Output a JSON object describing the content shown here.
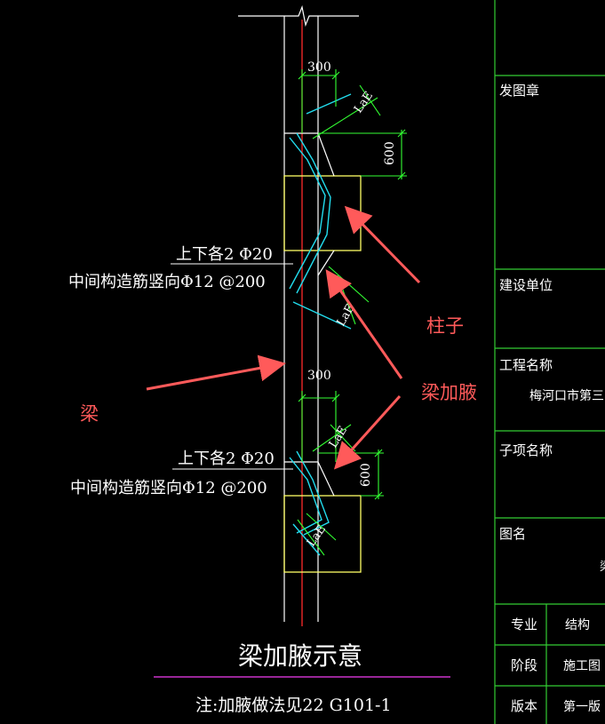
{
  "drawing": {
    "title": "梁加腋示意",
    "note": "注:加腋做法见22 G101-1",
    "upper_detail": {
      "rebar_line1": "上下各2 Φ20",
      "rebar_line2": "中间构造筋竖向Φ12 @200",
      "dim_top": "300",
      "dim_side": "600",
      "anchor_label": "LaE"
    },
    "lower_detail": {
      "rebar_line1": "上下各2 Φ20",
      "rebar_line2": "中间构造筋竖向Φ12 @200",
      "dim_top": "300",
      "dim_side": "600",
      "anchor_label": "LaE"
    }
  },
  "annotations": {
    "column": "柱子",
    "beam_haunch": "梁加腋",
    "beam": "梁"
  },
  "title_block": {
    "stamp_label": "发图章",
    "client_label": "建设单位",
    "project_label": "工程名称",
    "project_value": "梅河口市第三实验小",
    "subitem_label": "子项名称",
    "drawing_name_label": "图名",
    "drawing_name_value": "梁",
    "rows": [
      {
        "label": "专业",
        "value": "结构"
      },
      {
        "label": "阶段",
        "value": "施工图"
      },
      {
        "label": "版本",
        "value": "第一版"
      }
    ]
  },
  "colors": {
    "background": "#000000",
    "beam_outline": "#ffffff",
    "column_outline": "#ffff66",
    "centerline": "#ff2a2a",
    "dimension": "#33ff33",
    "rebar": "#22ddee",
    "annotation": "#ff5a5a",
    "title_underline": "#cc33cc",
    "title_block_lines": "#33cc33"
  }
}
